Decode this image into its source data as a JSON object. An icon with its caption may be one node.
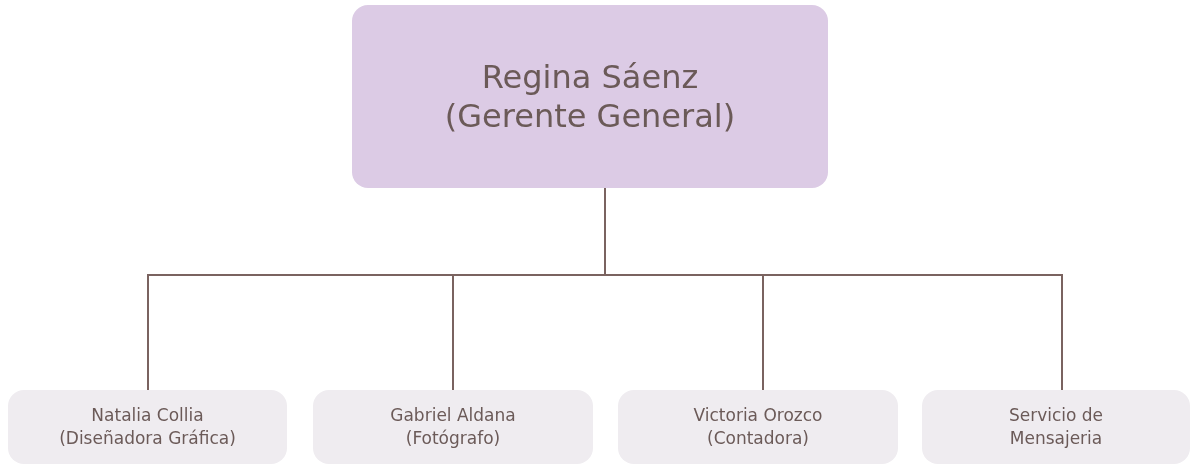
{
  "diagram": {
    "nodes": [
      {
        "text": [
          "Regina Sáenz (Gerente General)"
        ]
      },
      {
        "text": [
          "Natalia Collia (Diseñadora Gráfica)"
        ]
      },
      {
        "text": [
          "Gabriel Aldana (Fotógrafo)"
        ]
      },
      {
        "text": [
          "Victoria Orozco (Contadora)"
        ]
      },
      {
        "text": [
          "Servicio de Mensajeria"
        ]
      }
    ],
    "edges": [
      {
        "from": 0,
        "to": 1,
        "arrow": "none"
      },
      {
        "from": 0,
        "to": 2,
        "arrow": "none"
      },
      {
        "from": 0,
        "to": 3,
        "arrow": "none"
      },
      {
        "from": 0,
        "to": 4,
        "arrow": "none"
      }
    ]
  }
}
